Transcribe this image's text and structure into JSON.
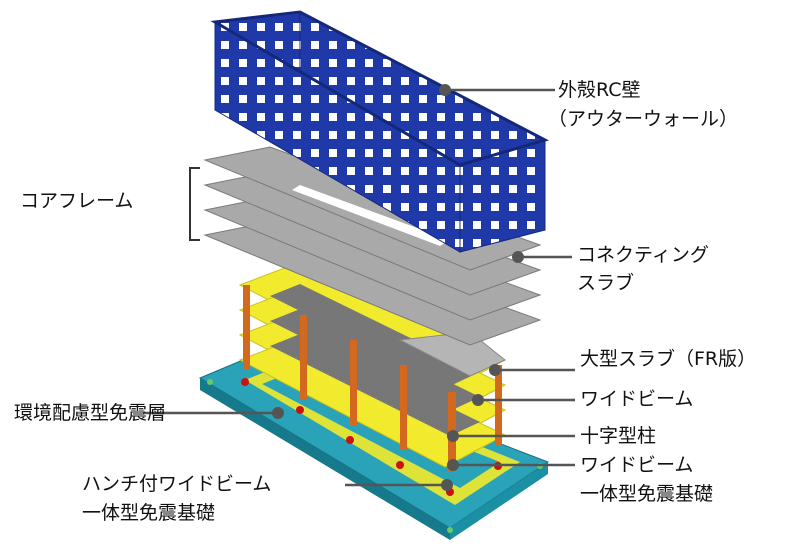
{
  "labels": {
    "outer_wall_line1": "外殻RC壁",
    "outer_wall_line2": "（アウターウォール）",
    "core_frame": "コアフレーム",
    "connecting_slab_line1": "コネクティング",
    "connecting_slab_line2": "スラブ",
    "large_slab": "大型スラブ（FR版）",
    "wide_beam": "ワイドビーム",
    "cross_column": "十字型柱",
    "wide_beam_foundation_line1": "ワイドビーム",
    "wide_beam_foundation_line2": "一体型免震基礎",
    "eco_isolation_layer": "環境配慮型免震層",
    "haunch_foundation_line1": "ハンチ付ワイドビーム",
    "haunch_foundation_line2": "一体型免震基礎"
  },
  "colors": {
    "wall": "#1f3aa8",
    "slab": "#a9a9a9",
    "beam": "#f2ea2c",
    "column": "#d2691e",
    "base": "#2aa3b8",
    "leader": "#555555"
  }
}
